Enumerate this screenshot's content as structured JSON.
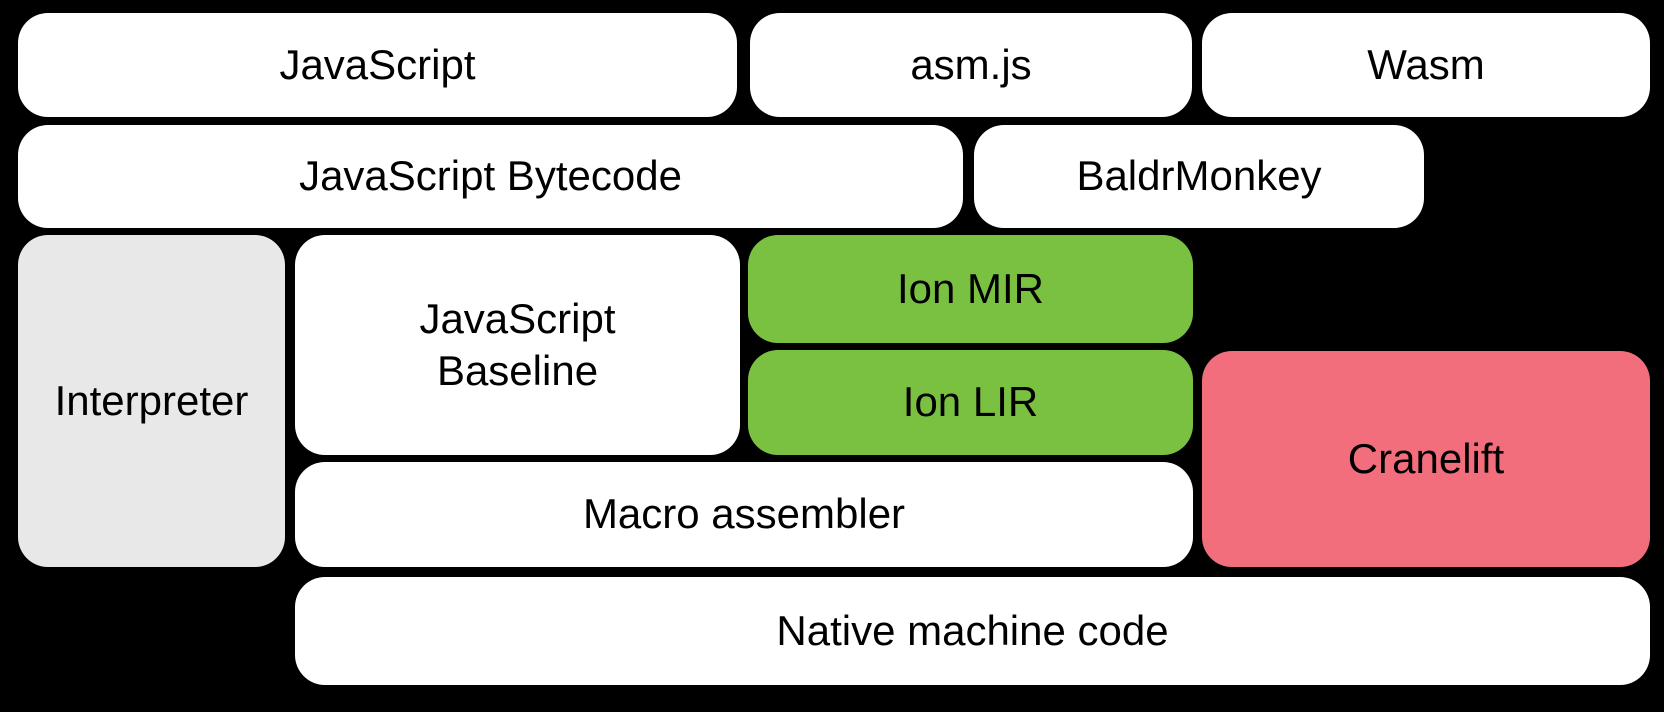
{
  "colors": {
    "background": "#000000",
    "box_default": "#ffffff",
    "interpreter_gray": "#e8e8e8",
    "ion_green": "#7ac142",
    "cranelift_pink": "#f36e7d",
    "label_text": "#000000"
  },
  "boxes": {
    "javascript": {
      "label": "JavaScript"
    },
    "asmjs": {
      "label": "asm.js"
    },
    "wasm": {
      "label": "Wasm"
    },
    "bytecode": {
      "label": "JavaScript Bytecode"
    },
    "baldrmonkey": {
      "label": "BaldrMonkey"
    },
    "interpreter": {
      "label": "Interpreter"
    },
    "baseline": {
      "lines": [
        "JavaScript",
        "Baseline"
      ]
    },
    "ion_mir": {
      "label": "Ion MIR"
    },
    "ion_lir": {
      "label": "Ion LIR"
    },
    "cranelift": {
      "label": "Cranelift"
    },
    "macro_assembler": {
      "label": "Macro assembler"
    },
    "native": {
      "label": "Native machine code"
    }
  }
}
